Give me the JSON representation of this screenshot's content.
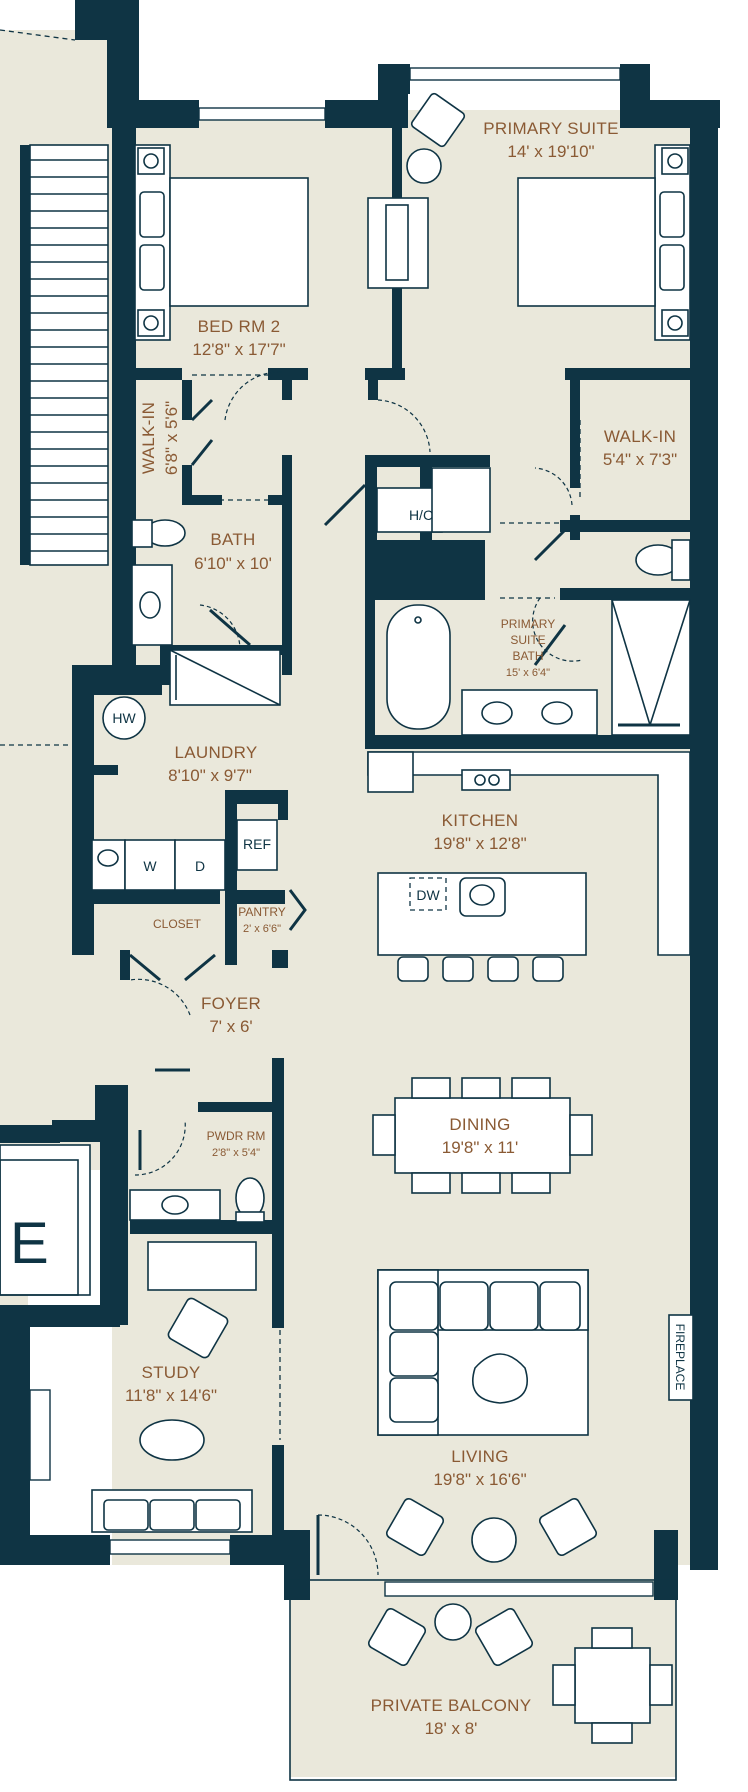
{
  "rooms": {
    "primary_suite": {
      "name": "PRIMARY SUITE",
      "dim": "14' x 19'10\""
    },
    "bed_rm_2": {
      "name": "BED RM 2",
      "dim": "12'8\" x 17'7\""
    },
    "walk_in_left": {
      "name": "WALK-IN",
      "dim": "6'8\" x 5'6\""
    },
    "walk_in_right": {
      "name": "WALK-IN",
      "dim": "5'4\" x 7'3\""
    },
    "bath": {
      "name": "BATH",
      "dim": "6'10\" x 10'"
    },
    "primary_suite_bath": {
      "name_line1": "PRIMARY",
      "name_line2": "SUITE",
      "name_line3": "BATH",
      "dim": "15' x 6'4\""
    },
    "laundry": {
      "name": "LAUNDRY",
      "dim": "8'10\" x 9'7\""
    },
    "kitchen": {
      "name": "KITCHEN",
      "dim": "19'8\" x 12'8\""
    },
    "pantry": {
      "name": "PANTRY",
      "dim": "2' x 6'6\""
    },
    "closet": {
      "name": "CLOSET"
    },
    "foyer": {
      "name": "FOYER",
      "dim": "7' x 6'"
    },
    "dining": {
      "name": "DINING",
      "dim": "19'8\" x 11'"
    },
    "pwdr_rm": {
      "name": "PWDR RM",
      "dim": "2'8\" x 5'4\""
    },
    "study": {
      "name": "STUDY",
      "dim": "11'8\" x 14'6\""
    },
    "living": {
      "name": "LIVING",
      "dim": "19'8\" x 16'6\""
    },
    "private_balcony": {
      "name": "PRIVATE BALCONY",
      "dim": "18' x 8'"
    }
  },
  "fixtures": {
    "hc": "H/C",
    "hw": "HW",
    "washer": "W",
    "dryer": "D",
    "ref": "REF",
    "dw": "DW",
    "fireplace": "FIREPLACE"
  },
  "edge_letter": "E",
  "colors": {
    "wall": "#0f3444",
    "floor": "#eae8db",
    "label": "#8a5a34",
    "background": "#ffffff"
  }
}
